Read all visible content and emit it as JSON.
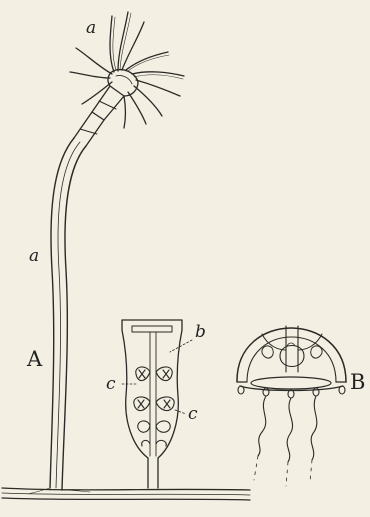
{
  "labels": {
    "a_top": "a",
    "a_stem": "a",
    "A": "A",
    "b": "b",
    "c_left": "c",
    "c_right": "c",
    "B": "B"
  },
  "colors": {
    "ink": "#2b2a26",
    "paper": "#f3efe3"
  }
}
